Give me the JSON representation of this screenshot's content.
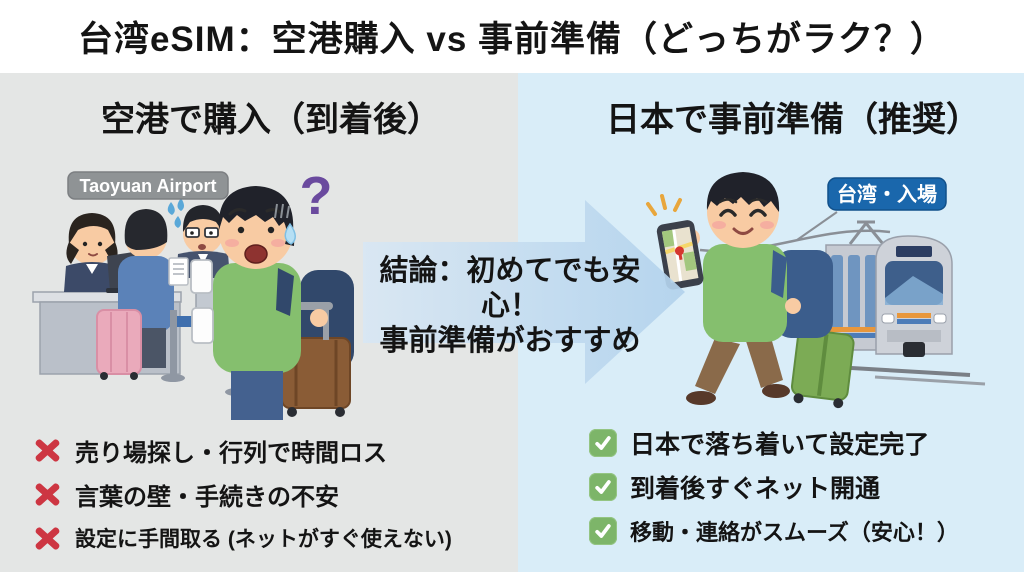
{
  "title": "台湾eSIM：空港購入 vs 事前準備（どっちがラク？）",
  "left": {
    "heading": "空港で購入（到着後）",
    "badge": "Taoyuan Airport",
    "question_mark": "?",
    "items": [
      "売り場探し・行列で時間ロス",
      "言葉の壁・手続きの不安",
      "設定に手間取る (ネットがすぐ使えない)"
    ]
  },
  "right": {
    "heading": "日本で事前準備（推奨）",
    "badge": "台湾・入場",
    "items": [
      "日本で落ち着いて設定完了",
      "到着後すぐネット開通",
      "移動・連絡がスムーズ（安心！）"
    ]
  },
  "center": {
    "line1": "結論：初めてでも安心！",
    "line2": "事前準備がおすすめ"
  },
  "colors": {
    "cross_red": "#cd3642",
    "check_green": "#7db569",
    "left_panel_bg": "#e4e6e5",
    "right_panel_bg": "#d9edf8",
    "arrow_blue": "#bdd8ee",
    "badge_gray": "#8f9395",
    "badge_blue": "#1a67ac",
    "question_purple": "#6a4a9e",
    "sweater_green": "#85bf6e"
  }
}
